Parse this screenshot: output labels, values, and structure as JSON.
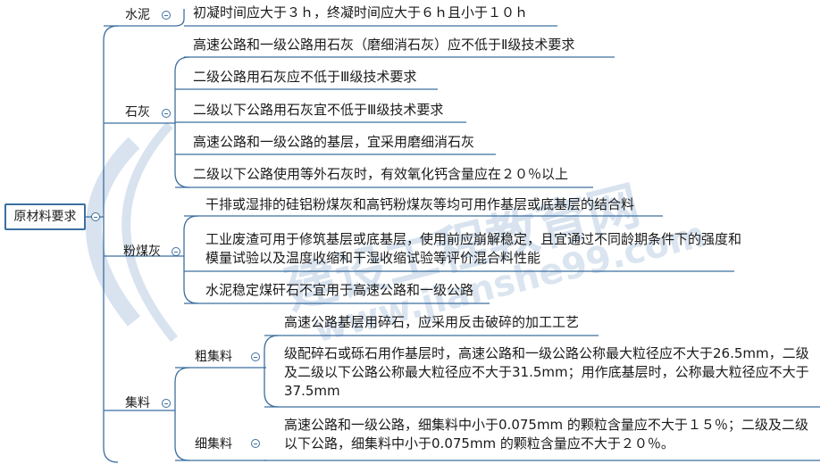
{
  "root": "原材料要求",
  "sections": {
    "cement": {
      "label": "水泥",
      "items": [
        "初凝时间应大于３ｈ，终凝时间应大于６ｈ且小于１０ｈ"
      ]
    },
    "lime": {
      "label": "石灰",
      "items": [
        "高速公路和一级公路用石灰（磨细消石灰）应不低于Ⅱ级技术要求",
        "二级公路用石灰应不低于Ⅲ级技术要求",
        "二级以下公路用石灰宜不低于Ⅲ级技术要求",
        "高速公路和一级公路的基层，宜采用磨细消石灰",
        "二级以下公路使用等外石灰时，有效氧化钙含量应在２０％以上"
      ]
    },
    "flyash": {
      "label": "粉煤灰",
      "items": [
        "干排或湿排的硅铝粉煤灰和高钙粉煤灰等均可用作基层或底基层的结合料",
        "工业废渣可用于修筑基层或底基层，使用前应崩解稳定，且宜通过不同龄期条件下的强度和模量试验以及温度收缩和干湿收缩试验等评价混合料性能",
        "水泥稳定煤矸石不宜用于高速公路和一级公路"
      ]
    },
    "aggregate": {
      "label": "集料",
      "coarse": {
        "label": "粗集料",
        "items": [
          "高速公路基层用碎石，应采用反击破碎的加工工艺",
          "级配碎石或砾石用作基层时，高速公路和一级公路公称最大粒径应不大于26.5mm，二级及二级以下公路公称最大粒径应不大于31.5mm；用作底基层时，公称最大粒径应不大于37.5mm"
        ]
      },
      "fine": {
        "label": "细集料",
        "items": [
          "高速公路和一级公路，细集料中小于0.075mm 的颗粒含量应不大于１５％；二级及二级以下公路，细集料中小于0.075mm 的颗粒含量应不大于２０％。"
        ]
      }
    }
  },
  "watermark": {
    "title": "建设工程教育网",
    "url": "www.jianshe99.com"
  },
  "colors": {
    "line": "#3c6f9f",
    "watermark": "#cfdbea"
  }
}
